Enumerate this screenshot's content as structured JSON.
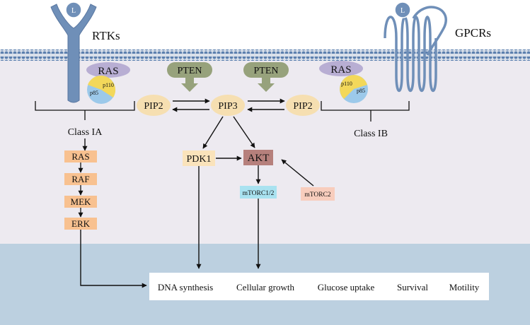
{
  "labels": {
    "ligand_left": "L",
    "ligand_right": "L",
    "rtks": "RTKs",
    "gpcrs": "GPCRs",
    "class_ia": "Class IA",
    "class_ib": "Class IB"
  },
  "pi3k_left": {
    "ras": "RAS",
    "p85": "p85",
    "p110": "p110"
  },
  "pi3k_right": {
    "ras": "RAS",
    "p85": "p85",
    "p110": "p110"
  },
  "lipids": {
    "pten_left": "PTEN",
    "pten_right": "PTEN",
    "pip2_left": "PIP2",
    "pip3": "PIP3",
    "pip2_right": "PIP2"
  },
  "kinases": {
    "pdk1": "PDK1",
    "akt": "AKT",
    "mtorc12": "mTORC1/2",
    "mtorc2": "mTORC2"
  },
  "mapk_cascade": [
    "RAS",
    "RAF",
    "MEK",
    "ERK"
  ],
  "outcomes": [
    "DNA synthesis",
    "Cellular growth",
    "Glucose uptake",
    "Survival",
    "Motility"
  ],
  "colors": {
    "receptor": "#6f8fb8",
    "membrane": "#5b7fae",
    "cytoplasm": "#edeaf0",
    "nucleus": "#bcd0e0",
    "ras": "#b8aed3",
    "p85": "#9cc9ea",
    "p110": "#f3d85a",
    "pten": "#97a27c",
    "lipid": "#f6dfb1",
    "pdk1": "#fae3bb",
    "akt": "#b6807c",
    "mtorc12": "#a9e2f0",
    "mtorc2": "#f8cdbd",
    "mapk": "#f8c190"
  }
}
